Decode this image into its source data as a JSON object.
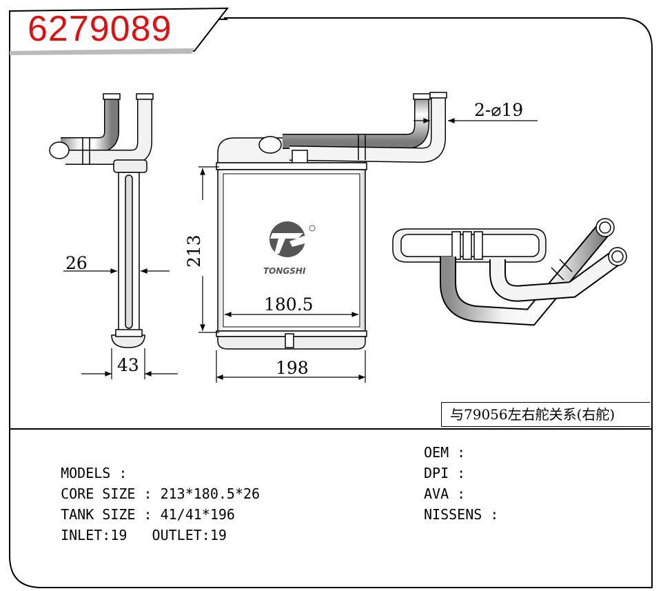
{
  "part_number": "6279089",
  "relation_note": "与79056左右舵关系(右舵)",
  "brand": "TONGSHI",
  "dimensions": {
    "side_width": "26",
    "side_depth": "43",
    "height": "213",
    "core_width": "180.5",
    "overall_width": "198",
    "pipe_callout": "2-⌀19"
  },
  "specs_left": [
    {
      "label": "MODELS :",
      "value": ""
    },
    {
      "label": "CORE SIZE :",
      "value": "213*180.5*26"
    },
    {
      "label": "TANK SIZE :",
      "value": "41/41*196"
    },
    {
      "label": "INLET:19   OUTLET:19",
      "value": ""
    }
  ],
  "specs_right": [
    {
      "label": "OEM :"
    },
    {
      "label": "DPI :"
    },
    {
      "label": "AVA :"
    },
    {
      "label": "NISSENS :"
    }
  ],
  "colors": {
    "part_number": "#e01010",
    "lines": "#000000",
    "badge_bg": "#ffffff"
  }
}
